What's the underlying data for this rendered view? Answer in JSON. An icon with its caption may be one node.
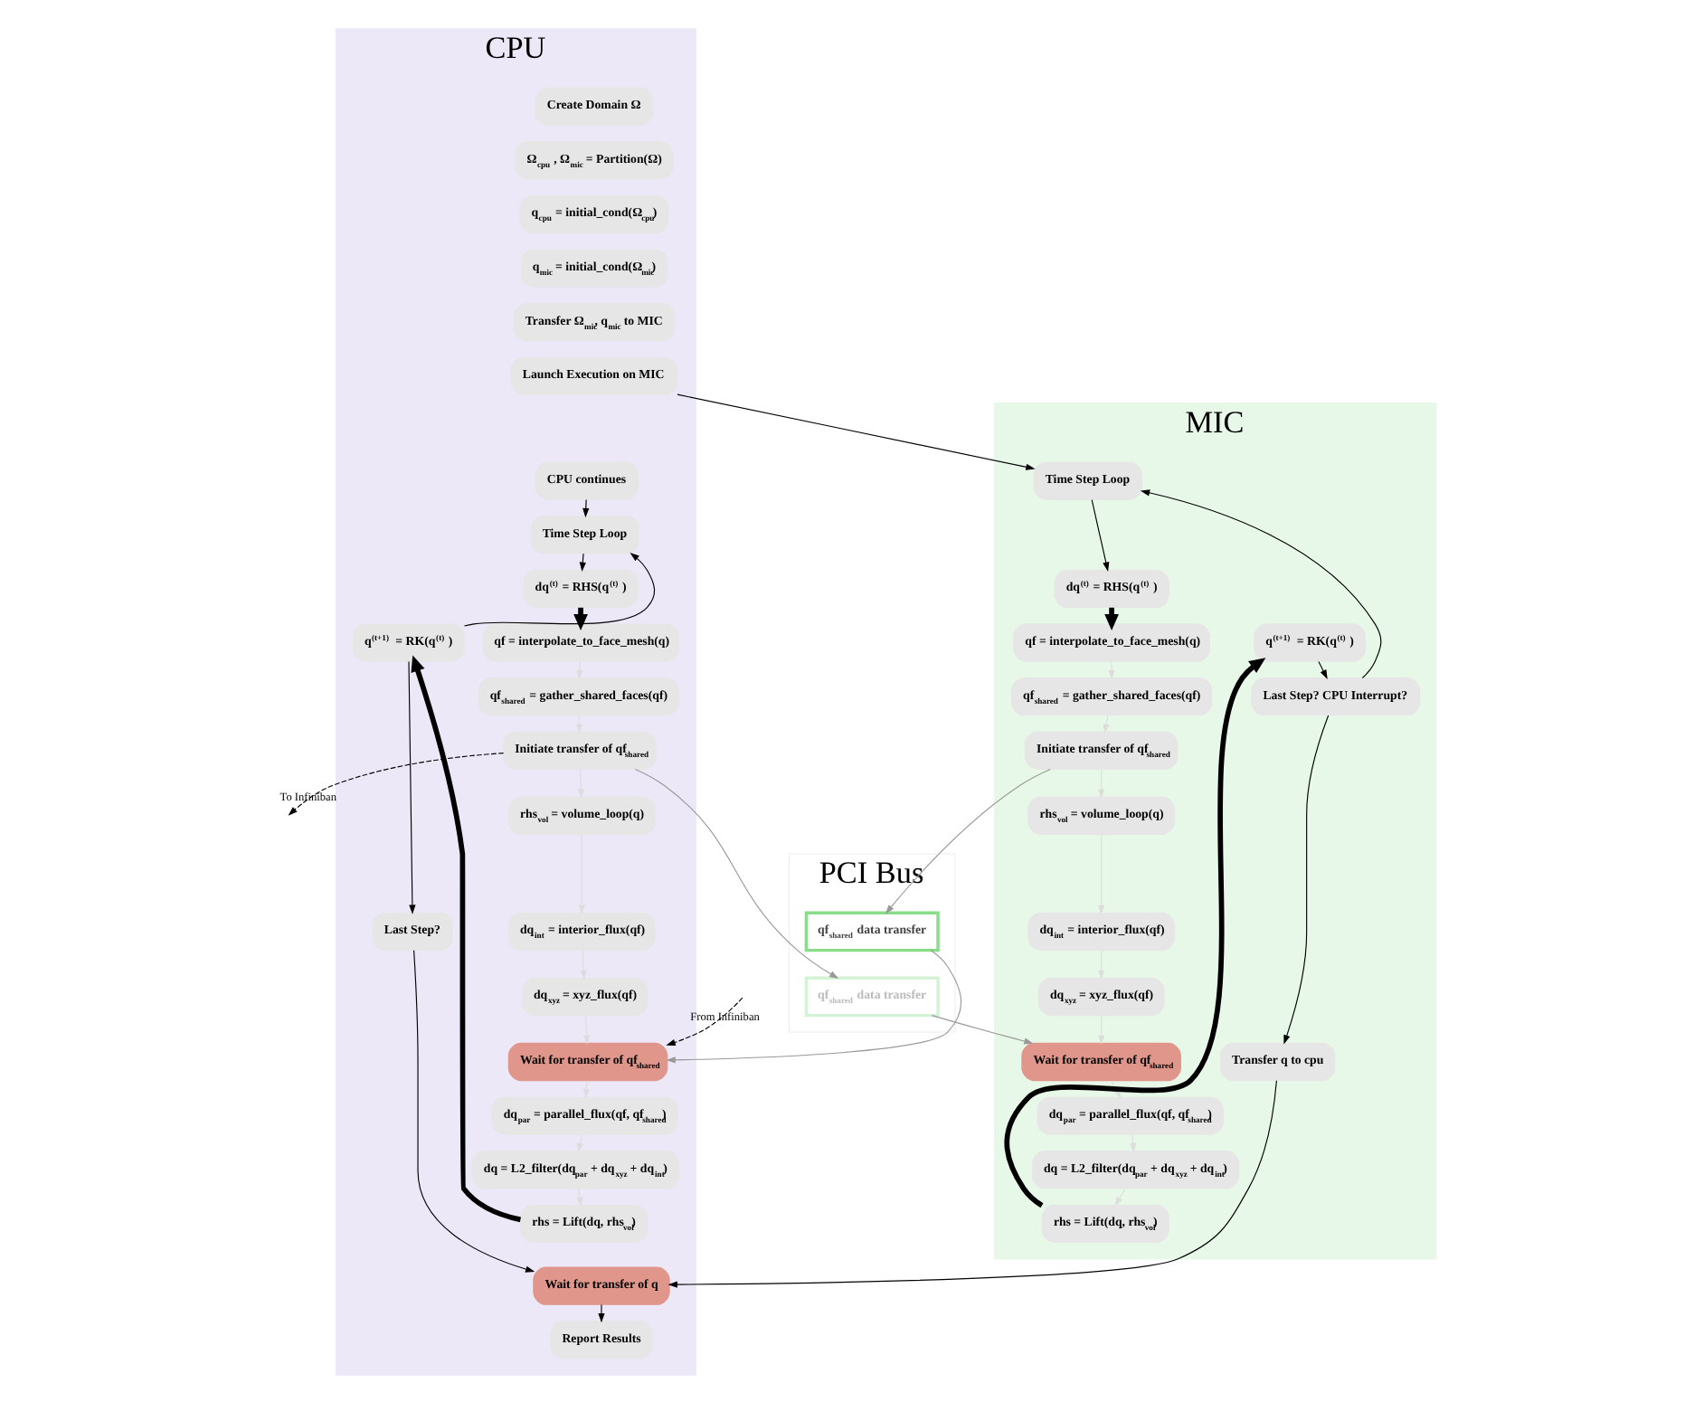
{
  "diagram": {
    "nodes": [
      {
        "text": [
          "MIC"
        ]
      },
      {
        "text": [
          "Time Step Loop"
        ],
        "in": 0
      },
      {
        "text": [
          "dq$^{(t)}$ = RHS(q$^{(t)}$ )"
        ],
        "in": 0
      },
      {
        "text": [
          "q$^{(t+1)}$  = RK(q$^{(t)}$ )"
        ],
        "in": 0
      },
      {
        "text": [
          "Last Step? CPU Interrupt?"
        ],
        "in": 0
      },
      {
        "text": [
          "Transfer q to cpu"
        ],
        "in": 0
      },
      {
        "text": [
          "qf = interpolate_to_face_mesh(q)"
        ],
        "in": 0
      },
      {
        "text": [
          "qf$_{shared}$ = gather_shared_faces(qf)"
        ],
        "in": 0
      },
      {
        "text": [
          "Initiate transfer of qf$_{shared}$"
        ],
        "in": 0
      },
      {
        "text": [
          "rhs$_{vol}$ = volume_loop(q)"
        ],
        "in": 0
      },
      {
        "text": [
          "dq$_{int}$ = interior_flux(qf)"
        ],
        "in": 0
      },
      {
        "text": [
          "dq$_{xyz}$ = xyz_flux(qf)"
        ],
        "in": 0
      },
      {
        "text": [
          "Wait for transfer of qf$_{shared}$"
        ],
        "in": 0
      },
      {
        "text": [
          "dq$_{par}$ = parallel_flux(qf, qf$_{shared}$)"
        ],
        "in": 0
      },
      {
        "text": [
          "dq = L2_filter(dq$_{par}$ + dq$_{xyz}$ + dq$_{int}$)"
        ],
        "in": 0
      },
      {
        "text": [
          "rhs = Lift(dq, rhs$_{vol}$)"
        ],
        "in": 0
      },
      {
        "text": [
          "PCI Bus"
        ]
      },
      {
        "text": [
          "qf$_{shared}$ data transfer"
        ],
        "in": 16
      },
      {
        "text": [
          "qf$_{shared}$ data transfer"
        ],
        "in": 16
      },
      {
        "text": [
          "CPU"
        ]
      },
      {
        "text": [
          "Create Domain Ω"
        ],
        "in": 19
      },
      {
        "text": [
          "Ω$_{cpu}$ , Ω$_{mic}$ = Partition(Ω)"
        ],
        "in": 19
      },
      {
        "text": [
          "q$_{cpu}$ = initial_cond(Ω$_{cpu}$)"
        ],
        "in": 19
      },
      {
        "text": [
          "q$_{mic}$ = initial_cond(Ω$_{mic}$)"
        ],
        "in": 19
      },
      {
        "text": [
          "Transfer Ω$_{mic}$, q$_{mic}$ to MIC"
        ],
        "in": 19
      },
      {
        "text": [
          "Launch Execution on MIC"
        ],
        "in": 19
      },
      {
        "text": [
          "CPU continues"
        ],
        "in": 19
      },
      {
        "text": [
          "Time Step Loop"
        ],
        "in": 19
      },
      {
        "text": [
          "dq$^{(t)}$ = RHS(q$^{(t)}$ )"
        ],
        "in": 19
      },
      {
        "text": [
          "q$^{(t+1)}$  = RK(q$^{(t)}$ )"
        ],
        "in": 19
      },
      {
        "text": [
          "Last Step?"
        ],
        "in": 19
      },
      {
        "text": [
          "qf = interpolate_to_face_mesh(q)"
        ],
        "in": 19
      },
      {
        "text": [
          "qf$_{shared}$ = gather_shared_faces(qf)"
        ],
        "in": 19
      },
      {
        "text": [
          "Initiate transfer of qf$_{shared}$"
        ],
        "in": 19
      },
      {
        "text": [
          "rhs$_{vol}$ = volume_loop(q)"
        ],
        "in": 19
      },
      {
        "text": [
          "dq$_{int}$ = interior_flux(qf)"
        ],
        "in": 19
      },
      {
        "text": [
          "dq$_{xyz}$ = xyz_flux(qf)"
        ],
        "in": 19
      },
      {
        "text": [
          "Wait for transfer of qf$_{shared}$"
        ],
        "in": 19
      },
      {
        "text": [
          "dq$_{par}$ = parallel_flux(qf, qf$_{shared}$)"
        ],
        "in": 19
      },
      {
        "text": [
          "dq = L2_filter(dq$_{par}$ + dq$_{xyz}$ + dq$_{int}$)"
        ],
        "in": 19
      },
      {
        "text": [
          "rhs = Lift(dq, rhs$_{vol}$)"
        ],
        "in": 19
      },
      {
        "text": [
          "Wait for transfer of q"
        ],
        "in": 19
      },
      {
        "text": [
          "Report Results"
        ],
        "in": 19
      }
    ],
    "edges": [
      {
        "from": 25,
        "to": 1,
        "arrow": "to",
        "color": "#000000"
      },
      {
        "from": 1,
        "to": 2,
        "arrow": "to",
        "color": "#000000"
      },
      {
        "from": 2,
        "to": 6,
        "arrow": "to",
        "style": "thick",
        "color": "#000000"
      },
      {
        "from": 6,
        "to": 7,
        "arrow": "to",
        "color": "#dddddd"
      },
      {
        "from": 7,
        "to": 8,
        "arrow": "to",
        "color": "#dddddd"
      },
      {
        "from": 8,
        "to": 9,
        "arrow": "to",
        "color": "#dddddd"
      },
      {
        "from": 9,
        "to": 10,
        "arrow": "to",
        "color": "#dddddd"
      },
      {
        "from": 10,
        "to": 11,
        "arrow": "to",
        "color": "#dddddd"
      },
      {
        "from": 11,
        "to": 12,
        "arrow": "to",
        "color": "#dddddd"
      },
      {
        "from": 12,
        "to": 13,
        "arrow": "to",
        "color": "#dddddd"
      },
      {
        "from": 13,
        "to": 14,
        "arrow": "to",
        "color": "#dddddd"
      },
      {
        "from": 14,
        "to": 15,
        "arrow": "to",
        "color": "#dddddd"
      },
      {
        "from": 15,
        "to": 3,
        "arrow": "to",
        "style": "thick",
        "color": "#000000"
      },
      {
        "from": 3,
        "to": 4,
        "arrow": "to",
        "color": "#000000"
      },
      {
        "from": 4,
        "to": 1,
        "arrow": "to",
        "color": "#000000"
      },
      {
        "from": 4,
        "to": 5,
        "arrow": "to",
        "color": "#000000"
      },
      {
        "from": 5,
        "to": 41,
        "arrow": "to",
        "color": "#000000"
      },
      {
        "from": 8,
        "to": 17,
        "arrow": "to",
        "color": "#999999"
      },
      {
        "from": 17,
        "to": 37,
        "arrow": "to",
        "color": "#999999"
      },
      {
        "from": 33,
        "to": 18,
        "arrow": "to",
        "color": "#999999"
      },
      {
        "from": 18,
        "to": 12,
        "arrow": "to",
        "color": "#999999"
      },
      {
        "from": 26,
        "to": 27,
        "arrow": "to",
        "color": "#000000"
      },
      {
        "from": 27,
        "to": 28,
        "arrow": "to",
        "color": "#000000"
      },
      {
        "from": 28,
        "to": 31,
        "arrow": "to",
        "style": "thick",
        "color": "#000000"
      },
      {
        "from": 31,
        "to": 32,
        "arrow": "to",
        "color": "#dddddd"
      },
      {
        "from": 32,
        "to": 33,
        "arrow": "to",
        "color": "#dddddd"
      },
      {
        "from": 33,
        "to": 34,
        "arrow": "to",
        "color": "#dddddd"
      },
      {
        "from": 34,
        "to": 35,
        "arrow": "to",
        "color": "#dddddd"
      },
      {
        "from": 35,
        "to": 36,
        "arrow": "to",
        "color": "#dddddd"
      },
      {
        "from": 36,
        "to": 37,
        "arrow": "to",
        "color": "#dddddd"
      },
      {
        "from": 37,
        "to": 38,
        "arrow": "to",
        "color": "#dddddd"
      },
      {
        "from": 38,
        "to": 39,
        "arrow": "to",
        "color": "#dddddd"
      },
      {
        "from": 39,
        "to": 40,
        "arrow": "to",
        "color": "#dddddd"
      },
      {
        "from": 40,
        "to": 29,
        "arrow": "to",
        "style": "thick",
        "color": "#000000"
      },
      {
        "from": 29,
        "to": 30,
        "arrow": "to",
        "color": "#000000"
      },
      {
        "from": 29,
        "to": 27,
        "arrow": "to",
        "color": "#000000"
      },
      {
        "from": 30,
        "to": 41,
        "arrow": "to",
        "color": "#000000"
      },
      {
        "from": 41,
        "to": 42,
        "arrow": "to",
        "color": "#000000"
      },
      {
        "from": 33,
        "to": null,
        "arrow": "to",
        "style": "dashed",
        "label": "To Infiniban",
        "color": "#000000"
      },
      {
        "from": null,
        "to": 37,
        "arrow": "to",
        "style": "dashed",
        "label": "From Infiniban",
        "color": "#000000"
      }
    ]
  }
}
